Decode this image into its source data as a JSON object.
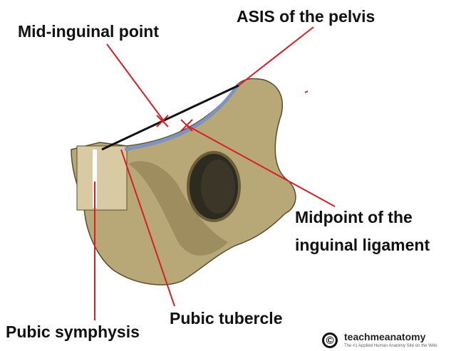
{
  "labels": {
    "mid_inguinal_point": "Mid-inguinal point",
    "asis": "ASIS of the pelvis",
    "midpoint_line1": "Midpoint of the",
    "midpoint_line2": "inguinal ligament",
    "pubic_symphysis": "Pubic symphysis",
    "pubic_tubercle": "Pubic tubercle"
  },
  "logo": {
    "symbol": "©",
    "name": "teachmeanatomy",
    "tagline": "The #1 Applied Human Anatomy Site on the Web"
  },
  "colors": {
    "pointer_lines": "#d81f26",
    "ligament": "#7f93c0",
    "asis_to_symphysis_line": "#111111",
    "bone": "#b8a878"
  }
}
